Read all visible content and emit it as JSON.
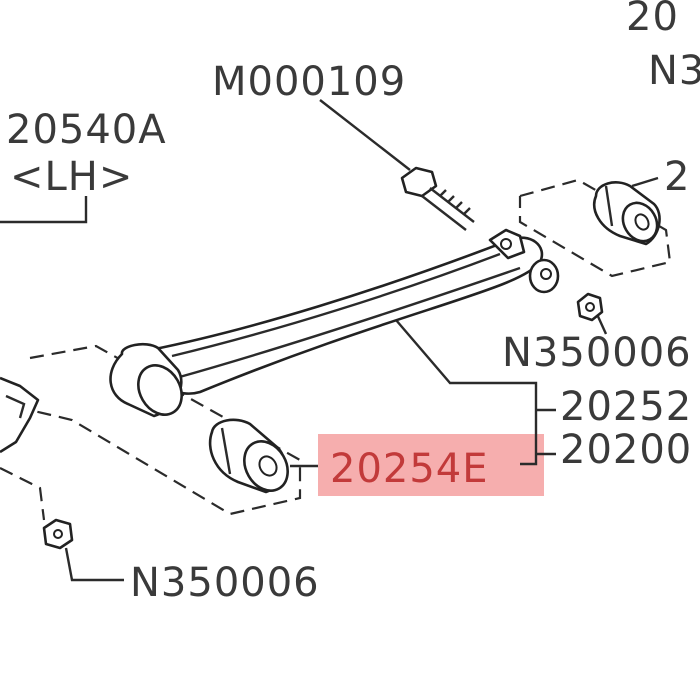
{
  "labels": {
    "bolt_code": "M000109",
    "arm_lh_code": "20540A",
    "arm_lh_side": "<LH>",
    "nut_code_right": "N350006",
    "arm_assembly_code_a": "20252",
    "arm_assembly_code_b": "20200",
    "bushing_code": "20254E",
    "nut_code_bottom": "N350006",
    "top_right_partial_1": "20",
    "top_right_partial_2": "N3",
    "bushing_right_partial": "2"
  },
  "highlight_color": "#f4a0a0",
  "highlight_text_color": "#c23a3a"
}
